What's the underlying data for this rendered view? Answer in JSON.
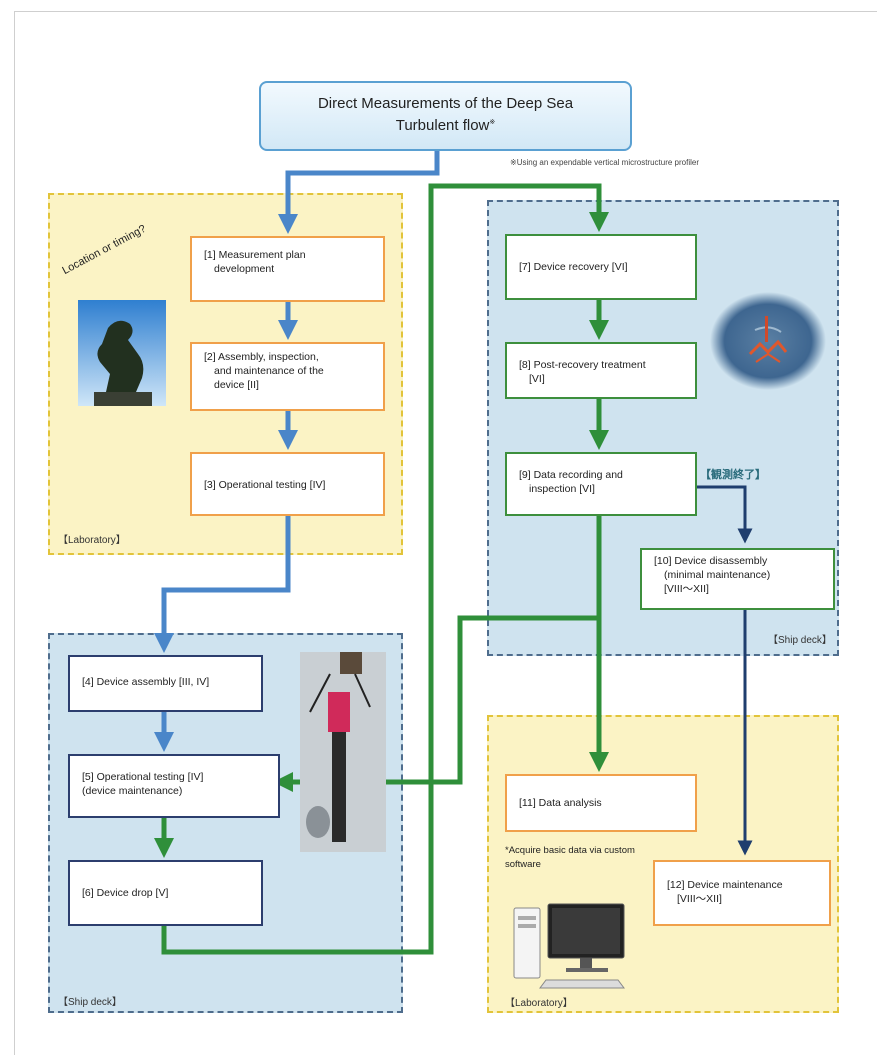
{
  "title": {
    "line1": "Direct Measurements of the Deep Sea",
    "line2": "Turbulent flow",
    "mark": "※"
  },
  "footnote": "※Using an expendable vertical microstructure profiler",
  "regions": {
    "laboratory_top": "【Laboratory】",
    "ship_deck_right": "【Ship deck】",
    "ship_deck_left": "【Ship deck】",
    "laboratory_bottom": "【Laboratory】"
  },
  "thinker_caption": "Location or timing?",
  "steps": {
    "s1": [
      "[1] Measurement plan",
      "development"
    ],
    "s2": [
      "[2] Assembly, inspection,",
      "and maintenance of the",
      "device [II]"
    ],
    "s3": [
      "[3] Operational testing [IV]"
    ],
    "s4": [
      "[4] Device assembly [III, IV]"
    ],
    "s5": [
      "[5] Operational testing [IV]",
      "(device maintenance)"
    ],
    "s6": [
      "[6] Device drop [V]"
    ],
    "s7": [
      "[7] Device recovery [VI]"
    ],
    "s8": [
      "[8] Post-recovery treatment",
      "[VI]"
    ],
    "s9": [
      "[9] Data recording and",
      "inspection [VI]"
    ],
    "s10": [
      "[10] Device disassembly",
      "(minimal maintenance)",
      "[VIII～XII]"
    ],
    "s11": [
      "[11] Data analysis"
    ],
    "s12": [
      "[12] Device maintenance",
      "[VIII～XII]"
    ]
  },
  "observation_end_label": "【観測終了】",
  "software_note": [
    "*Acquire basic data via custom",
    "software"
  ],
  "icons": [
    "thinker-statue-image",
    "profiler-at-sea-image",
    "profiler-device-image",
    "computer-icon"
  ],
  "colors": {
    "lab_bg": "#fbf3c5",
    "ship_bg": "#cfe3ef",
    "blue_arrow": "#4a86c9",
    "green_arrow": "#2f8f3a",
    "navy_arrow": "#1f3e6e",
    "orange_border": "#f0a04a",
    "green_border": "#3d8f3d"
  }
}
